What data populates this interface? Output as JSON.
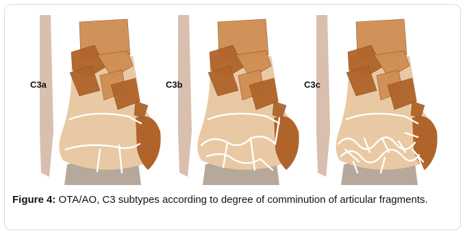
{
  "figure": {
    "panels": [
      {
        "label": "C3a",
        "fractures": "a"
      },
      {
        "label": "C3b",
        "fractures": "b"
      },
      {
        "label": "C3c",
        "fractures": "c"
      }
    ],
    "caption": {
      "label": "Figure 4:",
      "text": "OTA/AO, C3 subtypes according to degree of comminution of articular fragments."
    }
  },
  "colors": {
    "bone_dark": "#b0642a",
    "bone_mid": "#cf8d52",
    "bone_light": "#e9c9a3",
    "fibula": "#d9bfae",
    "talus": "#b6a89a",
    "fracture_line": "#ffffff"
  }
}
